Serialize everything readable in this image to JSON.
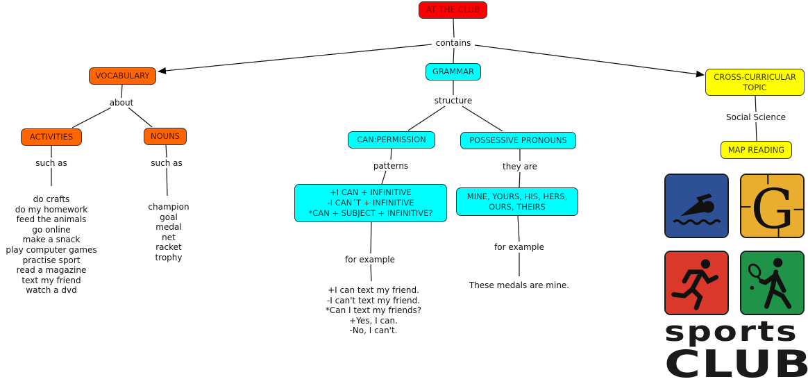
{
  "root": {
    "label": "AT THE CLUB"
  },
  "root_link": "contains",
  "branches": {
    "vocabulary": {
      "label": "VOCABULARY",
      "link": "about",
      "activities": {
        "label": "ACTIVITIES",
        "link": "such as",
        "items": [
          "do crafts",
          "do my homework",
          "feed the animals",
          "go online",
          "make a snack",
          "play computer games",
          "practise sport",
          "read a magazine",
          "text my friend",
          "watch a dvd"
        ]
      },
      "nouns": {
        "label": "NOUNS",
        "link": "such as",
        "items": [
          "champion",
          "goal",
          "medal",
          "net",
          "racket",
          "trophy"
        ]
      }
    },
    "grammar": {
      "label": "GRAMMAR",
      "link": "structure",
      "can_permission": {
        "label": "CAN:PERMISSION",
        "link": "patterns",
        "patterns": "+I CAN + INFINITIVE\n-I CAN´T + INFINITIVE\n*CAN + SUBJECT +  INFINITIVE?",
        "example_link": "for example",
        "examples": [
          "+I can text my friend.",
          "-I can't text my friend.",
          "*Can I text my friends?",
          "+Yes, I can.",
          "-No, I can't."
        ]
      },
      "possessive_pronouns": {
        "label": "POSSESSIVE PRONOUNS",
        "link": "they are",
        "pronouns": "MINE, YOURS, HIS, HERS,\nOURS, THEIRS",
        "example_link": "for example",
        "example": "These medals are mine."
      }
    },
    "cross_curricular": {
      "label": "CROSS-CURRICULAR\nTOPIC",
      "link": "Social Science",
      "child": {
        "label": "MAP READING"
      }
    }
  },
  "logo": {
    "tiles": [
      {
        "icon": "swimmer-icon",
        "color": "#2e5196"
      },
      {
        "icon": "letter-g-icon",
        "color": "#e9ad2f",
        "glyph": "G"
      },
      {
        "icon": "runner-icon",
        "color": "#d9382a"
      },
      {
        "icon": "tennis-player-icon",
        "color": "#1f9448"
      }
    ],
    "line1": "sports",
    "line2": "CLUB"
  },
  "colors": {
    "root": "#ff0000",
    "vocabulary": "#ff6600",
    "grammar": "#00ffff",
    "cross_curricular": "#ffff00"
  }
}
